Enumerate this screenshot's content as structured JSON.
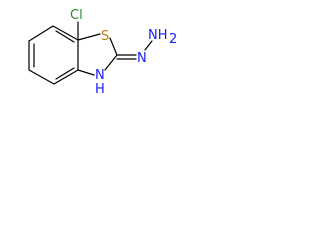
{
  "molecule": {
    "atoms": [
      {
        "id": "cl",
        "label": "Cl",
        "color": "#2d8a2d"
      },
      {
        "id": "s",
        "label": "S",
        "color": "#b8860b"
      },
      {
        "id": "n_hydrazine",
        "label": "N",
        "color": "#1a1aff"
      },
      {
        "id": "nh2",
        "label": "NH",
        "color": "#1a1aff",
        "subscript": "2"
      },
      {
        "id": "nh_ring",
        "label": "N",
        "color": "#1a1aff"
      },
      {
        "id": "h_ring",
        "label": "H",
        "color": "#1a1aff"
      }
    ]
  }
}
